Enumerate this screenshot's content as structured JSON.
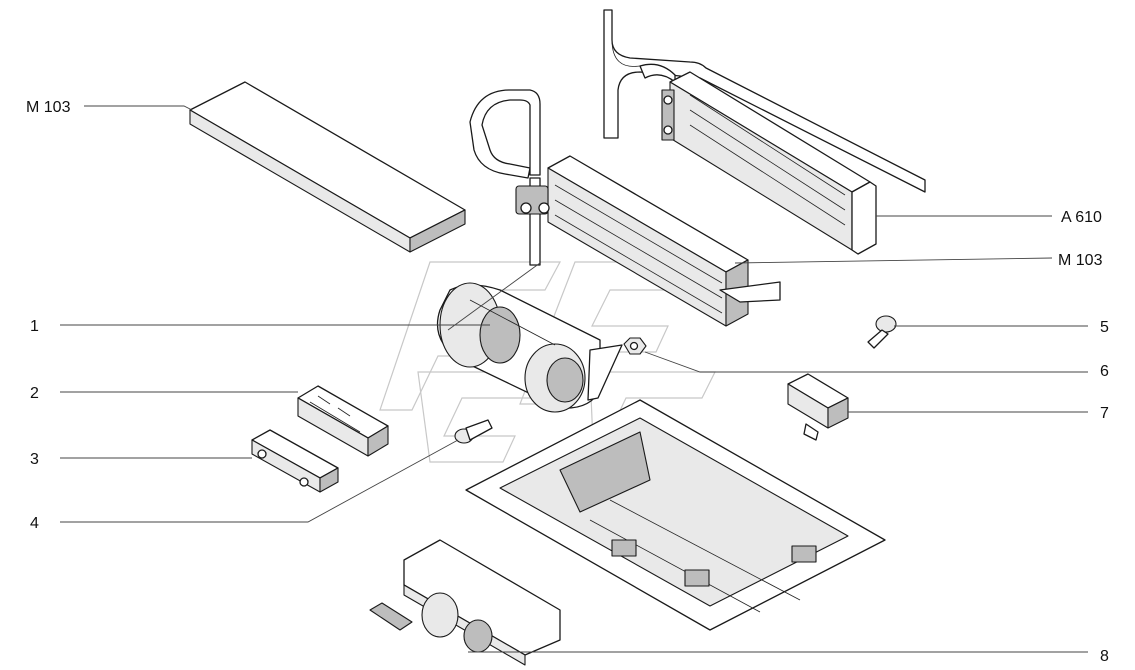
{
  "callouts": {
    "m103_top": "M 103",
    "a610": "A 610",
    "m103_right": "M 103",
    "c1": "1",
    "c2": "2",
    "c3": "3",
    "c4": "4",
    "c5": "5",
    "c6": "6",
    "c7": "7",
    "c8": "8"
  }
}
